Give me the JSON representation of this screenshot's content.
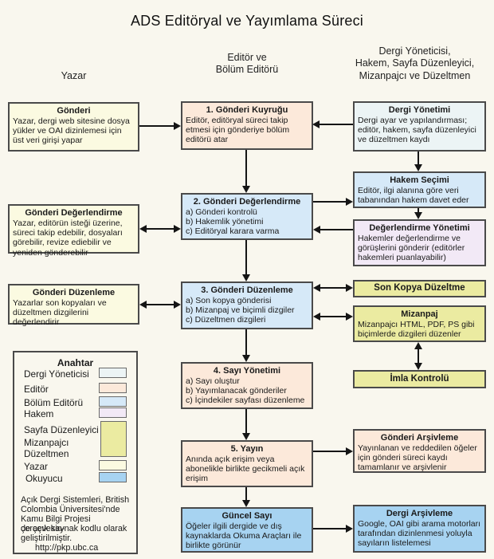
{
  "title": "ADS Editöryal ve Yayımlama Süreci",
  "columns": {
    "left": "Yazar",
    "center": "Editör ve\nBölüm Editörü",
    "right": "Dergi Yöneticisi,\nHakem, Sayfa Düzenleyici,\nMizanpajcı ve Düzeltmen"
  },
  "colors": {
    "page_bg": "#f9f7ee",
    "yazar": "#fbfae1",
    "editor": "#fce9da",
    "bolum_editoru": "#d6e9f8",
    "dergi_yoneticisi": "#ecf4f5",
    "hakem": "#f2e9f6",
    "dizgi": "#ebeba1",
    "okuyucu": "#a7d3f1"
  },
  "boxes": {
    "gonderi": {
      "title": "Gönderi",
      "body": "Yazar, dergi web sitesine dosya yükler ve OAI dizinlemesi için üst veri girişi yapar"
    },
    "gonderi_degerlendirme_yazar": {
      "title": "Gönderi Değerlendirme",
      "body": "Yazar, editörün isteği üzerine, süreci takip edebilir, dosyaları görebilir, revize ediebilir ve yeniden gönderebilir"
    },
    "gonderi_duzenleme_yazar": {
      "title": "Gönderi Düzenleme",
      "body": "Yazarlar son kopyaları ve düzeltmen dizgilerini değerlendirir"
    },
    "kuyruk": {
      "title": "1. Gönderi Kuyruğu",
      "body": "Editör, editöryal süreci takip etmesi için gönderiye bölüm editörü atar"
    },
    "degerlendirme2": {
      "title": "2. Gönderi Değerlendirme",
      "body": "a) Gönderi kontrolü\nb) Hakemlik yönetimi\nc) Editöryal karara varma"
    },
    "duzenleme3": {
      "title": "3. Gönderi Düzenleme",
      "body": "a) Son kopya gönderisi\nb) Mizanpaj ve biçimli dizgiler\nc) Düzeltmen dizgileri"
    },
    "sayi_yonetimi": {
      "title": "4. Sayı Yönetimi",
      "body": "a) Sayı oluştur\nb) Yayımlanacak gönderiler\nc) İçindekiler sayfası düzenleme"
    },
    "yayin": {
      "title": "5. Yayın",
      "body": "Anında açık erişim veya abonelikle birlikte gecikmeli açık erişim"
    },
    "guncel_sayi": {
      "title": "Güncel Sayı",
      "body": "Öğeler ilgili dergide ve dış kaynaklarda Okuma Araçları ile birlikte görünür"
    },
    "dergi_yonetimi": {
      "title": "Dergi Yönetimi",
      "body": "Dergi ayar ve yapılandırması; editör, hakem, sayfa düzenleyici ve düzeltmen kaydı"
    },
    "hakem_secimi": {
      "title": "Hakem Seçimi",
      "body": "Editör, ilgi alanına göre veri tabanından hakem davet eder"
    },
    "degerlendirme_yonetimi": {
      "title": "Değerlendirme Yönetimi",
      "body": "Hakemler değerlendirme ve görüşlerini gönderir (editörler hakemleri puanlayabilir)"
    },
    "son_kopya": {
      "title": "Son Kopya Düzeltme"
    },
    "mizanpaj": {
      "title": "Mizanpaj",
      "body": "Mizanpajcı HTML, PDF, PS gibi biçimlerde dizgileri düzenler"
    },
    "imla": {
      "title": "İmla Kontrolü"
    },
    "gonderi_arsivleme": {
      "title": "Gönderi Arşivleme",
      "body": "Yayınlanan ve reddedilen öğeler için gönderi süreci kaydı tamamlanır ve arşivlenir"
    },
    "dergi_arsivleme": {
      "title": "Dergi Arşivleme",
      "body": "Google, OAI gibi arama motorları tarafından dizinlenmesi yoluyla sayıların listelemesi"
    }
  },
  "legend": {
    "title": "Anahtar",
    "items": [
      {
        "label": "Dergi Yöneticisi",
        "color": "#ecf4f5"
      },
      {
        "label": "Editör",
        "color": "#fce9da"
      },
      {
        "label": "Bölüm Editörü",
        "color": "#d6e9f8"
      },
      {
        "label": "Hakem",
        "color": "#f2e9f6"
      },
      {
        "labels": [
          "Sayfa Düzenleyici",
          "Mizanpajcı",
          "Düzeltmen"
        ],
        "color": "#ebeba1"
      },
      {
        "label": "Yazar",
        "color": "#fbfae1"
      },
      {
        "label": "Okuyucu",
        "color": "#a7d3f1"
      }
    ],
    "footnote_lines": [
      "Açık Dergi Sistemleri, British",
      "Colombia Üniversitesi'nde",
      "Kamu Bilgi Projesi çerçevesin-",
      "de açık kaynak kodlu olarak",
      "geliştirilmiştir.",
      "http://pkp.ubc.ca"
    ]
  }
}
